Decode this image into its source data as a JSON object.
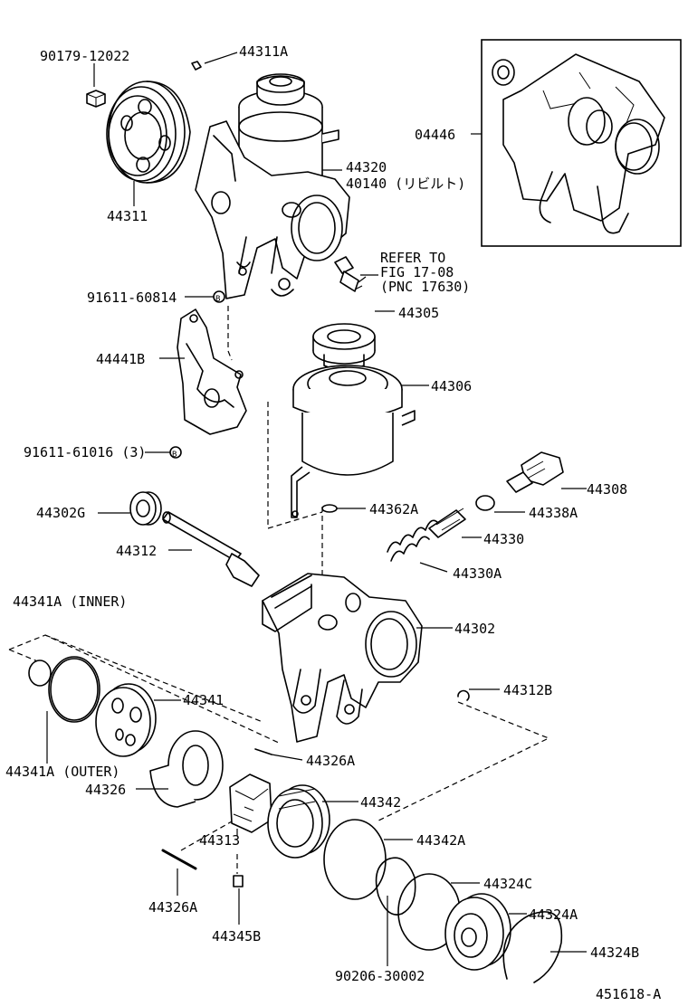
{
  "labels": {
    "p90179_12022": "90179-12022",
    "p44311A": "44311A",
    "p44311": "44311",
    "p44320": "44320",
    "p40140": "40140 (リビルト)",
    "p04446": "04446",
    "refer1": "REFER TO",
    "refer2": "FIG 17-08",
    "refer3": "(PNC 17630)",
    "p91611_60814": "91611-60814",
    "p44441B": "44441B",
    "p91611_61016": "91611-61016 (3)",
    "p44305": "44305",
    "p44306": "44306",
    "p44308": "44308",
    "p44338A": "44338A",
    "p44302G": "44302G",
    "p44362A": "44362A",
    "p44330": "44330",
    "p44312": "44312",
    "p44330A": "44330A",
    "p44341A_inner": "44341A (INNER)",
    "p44302": "44302",
    "p44341": "44341",
    "p44312B": "44312B",
    "p44326A_top": "44326A",
    "p44341A_outer": "44341A (OUTER)",
    "p44326": "44326",
    "p44342": "44342",
    "p44313": "44313",
    "p44342A": "44342A",
    "p44324C": "44324C",
    "p44326A_bottom": "44326A",
    "p44324A": "44324A",
    "p44345B": "44345B",
    "p44324B": "44324B",
    "p90206_30002": "90206-30002",
    "figure_id": "451618-A",
    "marker_b": "B"
  },
  "icons": [
    "bolt-b-marker-icon"
  ]
}
